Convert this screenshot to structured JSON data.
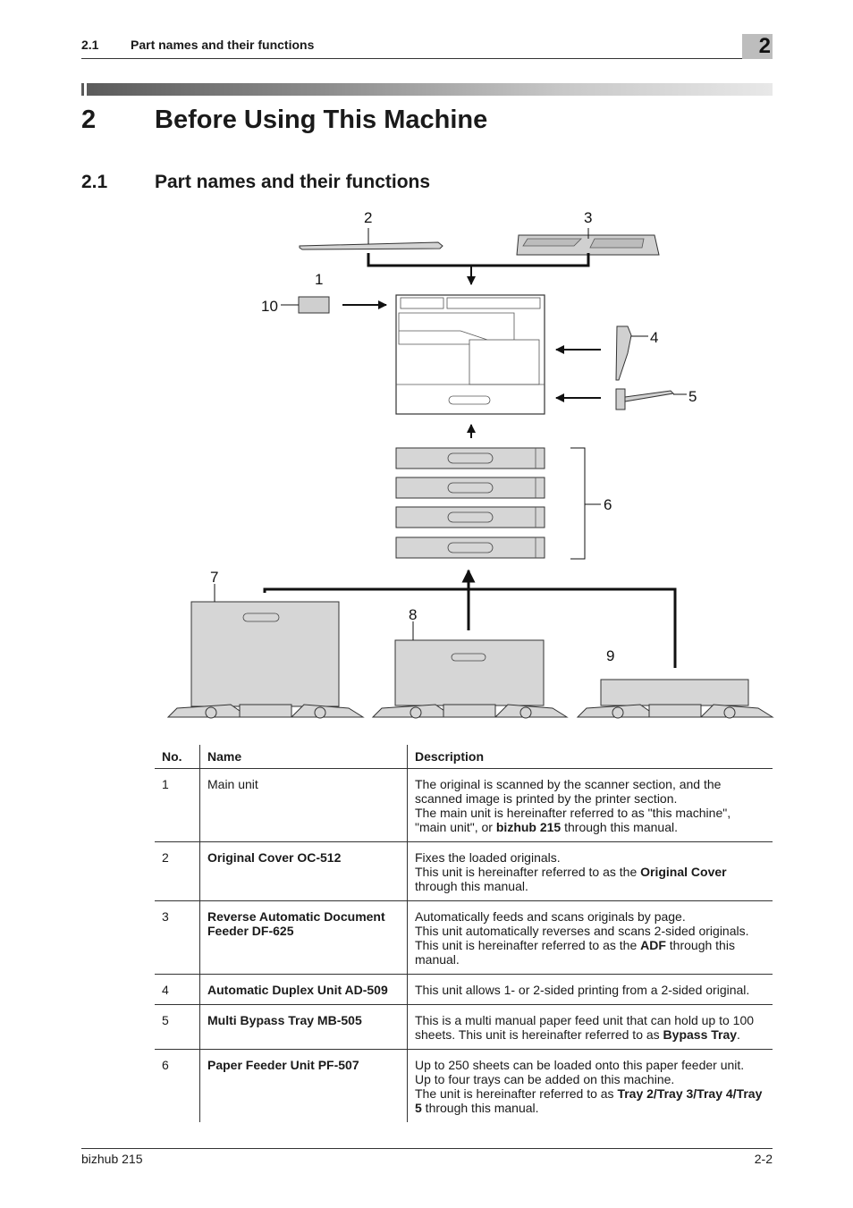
{
  "header": {
    "section_number": "2.1",
    "section_title": "Part names and their functions",
    "chapter_tab": "2"
  },
  "chapter": {
    "number": "2",
    "title": "Before Using This Machine"
  },
  "section": {
    "number": "2.1",
    "title": "Part names and their functions"
  },
  "diagram": {
    "callouts": [
      "1",
      "2",
      "3",
      "4",
      "5",
      "6",
      "7",
      "8",
      "9",
      "10"
    ]
  },
  "table": {
    "headers": {
      "no": "No.",
      "name": "Name",
      "description": "Description"
    },
    "rows": [
      {
        "no": "1",
        "name": "Main unit",
        "lines": [
          [
            {
              "t": "The original is scanned by the scanner section, and the scanned image is printed by the printer section."
            }
          ],
          [
            {
              "t": "The main unit is hereinafter referred to as \"this machine\", \"main unit\", or "
            },
            {
              "t": "bizhub 215",
              "b": true
            },
            {
              "t": " through this manual."
            }
          ]
        ]
      },
      {
        "no": "2",
        "name": "Original Cover OC-512",
        "lines": [
          [
            {
              "t": "Fixes the loaded originals."
            }
          ],
          [
            {
              "t": "This unit is hereinafter referred to as the "
            },
            {
              "t": "Original Cover",
              "b": true
            },
            {
              "t": " through this manual."
            }
          ]
        ]
      },
      {
        "no": "3",
        "name": "Reverse Automatic Document Feeder DF-625",
        "lines": [
          [
            {
              "t": "Automatically feeds and scans originals by page."
            }
          ],
          [
            {
              "t": "This unit automatically reverses and scans 2-sided originals."
            }
          ],
          [
            {
              "t": "This unit is hereinafter referred to as the "
            },
            {
              "t": "ADF",
              "b": true
            },
            {
              "t": " through this manual."
            }
          ]
        ]
      },
      {
        "no": "4",
        "name": "Automatic Duplex Unit AD-509",
        "lines": [
          [
            {
              "t": "This unit allows 1- or 2-sided printing from a 2-sided original."
            }
          ]
        ]
      },
      {
        "no": "5",
        "name": "Multi Bypass Tray MB-505",
        "lines": [
          [
            {
              "t": "This is a multi manual paper feed unit that can hold up to 100 sheets. This unit is hereinafter referred to as "
            },
            {
              "t": "Bypass Tray",
              "b": true
            },
            {
              "t": "."
            }
          ]
        ]
      },
      {
        "no": "6",
        "name": "Paper Feeder Unit PF-507",
        "lines": [
          [
            {
              "t": "Up to 250 sheets can be loaded onto this paper feeder unit."
            }
          ],
          [
            {
              "t": "Up to four trays can be added on this machine."
            }
          ],
          [
            {
              "t": "The unit is hereinafter referred to as "
            },
            {
              "t": "Tray 2/Tray 3/Tray 4/Tray 5",
              "b": true
            },
            {
              "t": " through this manual."
            }
          ]
        ]
      }
    ]
  },
  "footer": {
    "product": "bizhub 215",
    "page": "2-2"
  }
}
